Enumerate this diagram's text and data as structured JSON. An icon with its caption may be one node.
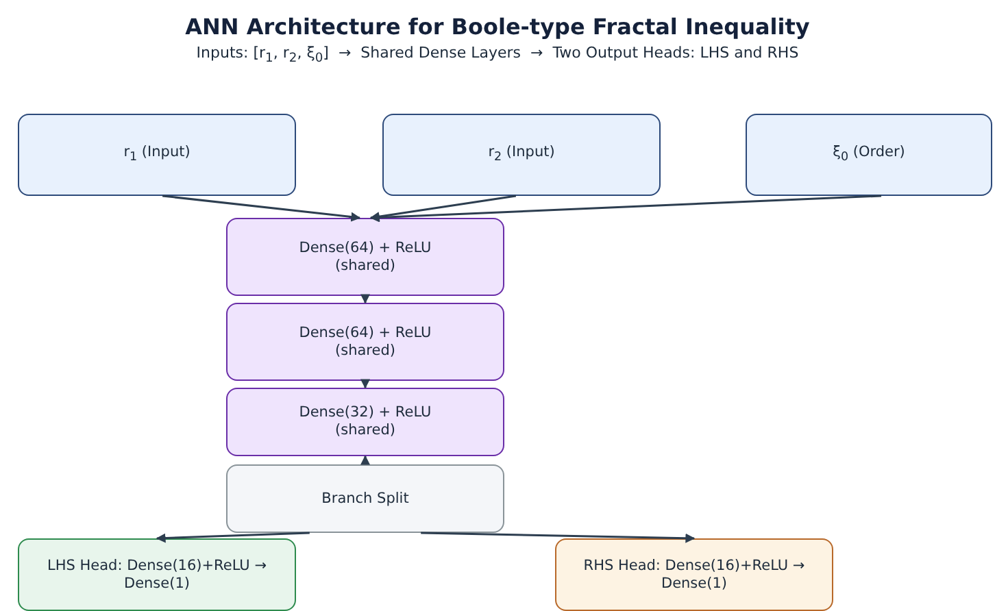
{
  "diagram": {
    "title": "ANN Architecture for Boole-type Fractal Inequality",
    "nodes": [
      {
        "text": [
          "r$_{1}$ (Input)"
        ]
      },
      {
        "text": [
          "r$_{2}$ (Input)"
        ]
      },
      {
        "text": [
          "ξ$_{0}$ (Order)"
        ]
      },
      {
        "text": [
          "Dense(64) + ReLU (shared)"
        ]
      },
      {
        "text": [
          "Dense(64) + ReLU (shared)"
        ]
      },
      {
        "text": [
          "Dense(32) + ReLU (shared)"
        ]
      },
      {
        "text": [
          "Branch Split"
        ]
      },
      {
        "text": [
          "LHS Head: Dense(16)+ReLU → Dense(1)"
        ]
      },
      {
        "text": [
          "RHS Head: Dense(16)+ReLU → Dense(1)"
        ]
      }
    ],
    "edges": [
      {
        "from": 0,
        "to": 3,
        "arrow": "to"
      },
      {
        "from": 1,
        "to": 3,
        "arrow": "to"
      },
      {
        "from": 2,
        "to": 3,
        "arrow": "to"
      },
      {
        "from": 3,
        "to": 4,
        "arrow": "to"
      },
      {
        "from": 4,
        "to": 5,
        "arrow": "to"
      },
      {
        "from": 6,
        "to": 5,
        "arrow": "to"
      },
      {
        "from": 6,
        "to": 7,
        "arrow": "to"
      },
      {
        "from": 6,
        "to": 8,
        "arrow": "to"
      }
    ],
    "labels": [
      "Inputs: [r$_{1}$, r$_{2}$, ξ$_{0}$]  →  Shared Dense Layers  →  Two Output Heads: LHS and RHS"
    ]
  }
}
